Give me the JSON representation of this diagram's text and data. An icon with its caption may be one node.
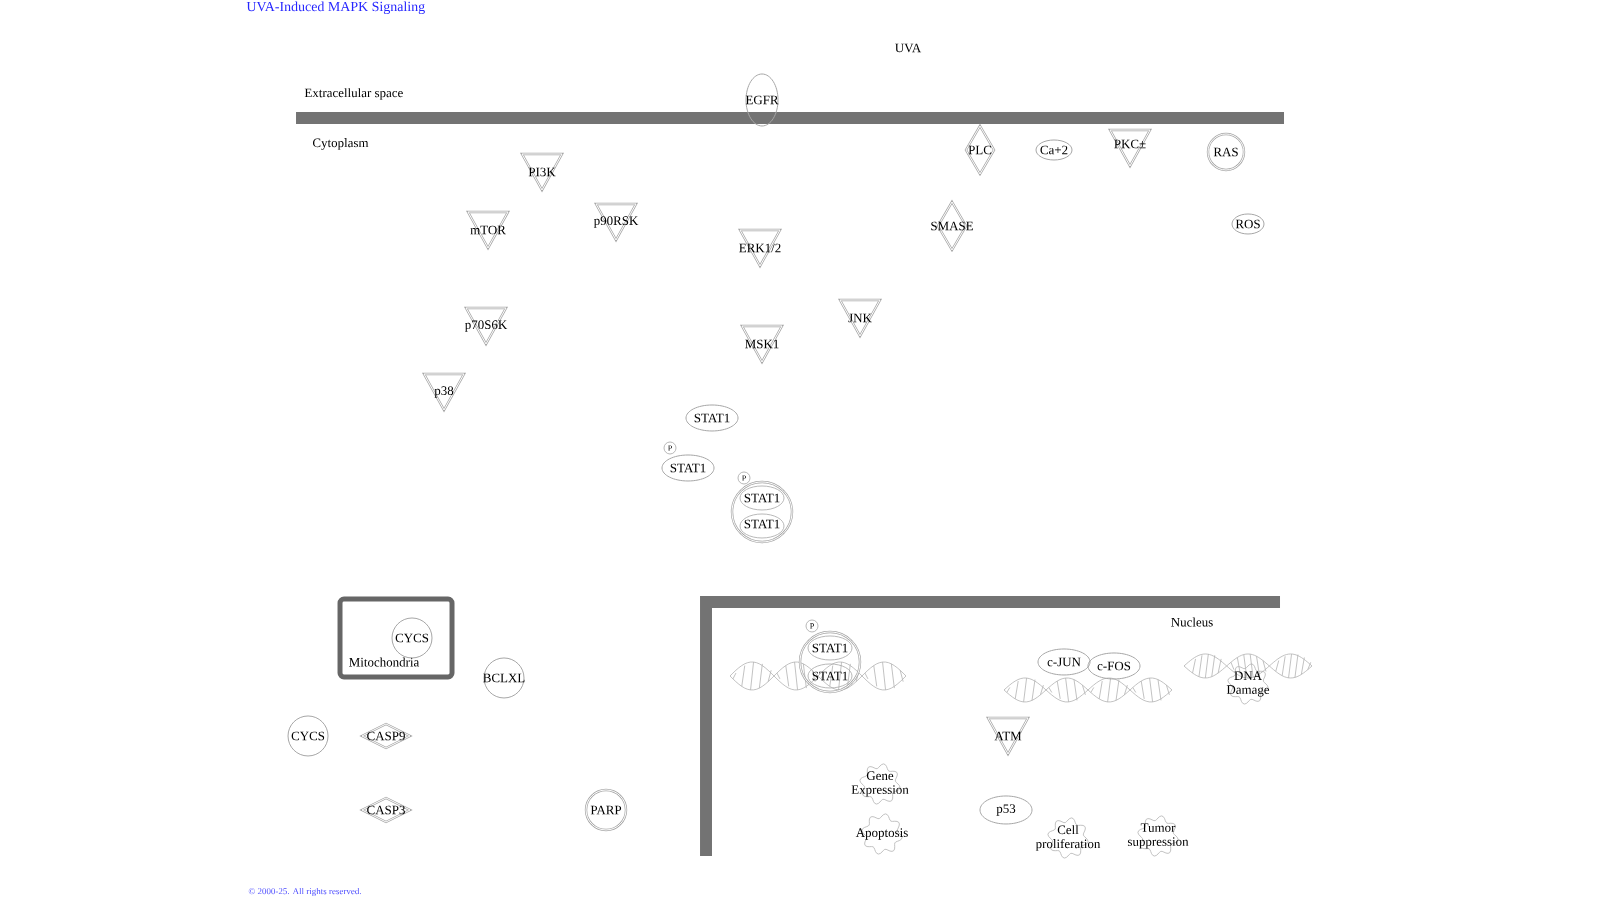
{
  "diagram": {
    "title": "UVA-Induced MAPK Signaling",
    "nodes": [
      {
        "text": [
          "EGFR"
        ]
      },
      {
        "text": [
          "PLC"
        ]
      },
      {
        "text": [
          "Ca+2"
        ]
      },
      {
        "text": [
          "PKC±"
        ]
      },
      {
        "text": [
          "RAS"
        ]
      },
      {
        "text": [
          "PI3K"
        ]
      },
      {
        "text": [
          "mTOR"
        ]
      },
      {
        "text": [
          "p90RSK"
        ]
      },
      {
        "text": [
          "ERK1/2"
        ]
      },
      {
        "text": [
          "SMASE"
        ]
      },
      {
        "text": [
          "ROS"
        ]
      },
      {
        "text": [
          "p70S6K"
        ]
      },
      {
        "text": [
          "JNK"
        ]
      },
      {
        "text": [
          "MSK1"
        ]
      },
      {
        "text": [
          "p38"
        ]
      },
      {
        "text": [
          "STAT1"
        ]
      },
      {
        "text": [
          "P"
        ]
      },
      {
        "text": [
          "STAT1"
        ]
      },
      {
        "text": [
          "P"
        ]
      },
      {
        "text": [
          "STAT1",
          "STAT1"
        ]
      },
      {
        "text": [
          "Mitochondria"
        ]
      },
      {
        "text": [
          "CYCS"
        ],
        "in": 20
      },
      {
        "text": [
          "BCLXL"
        ]
      },
      {
        "text": [
          "CYCS"
        ]
      },
      {
        "text": [
          "CASP9"
        ]
      },
      {
        "text": [
          "CASP3"
        ]
      },
      {
        "text": [
          "PARP"
        ]
      },
      {
        "text": [
          "Nucleus"
        ]
      },
      {
        "text": [
          "P"
        ],
        "in": 27
      },
      {
        "text": [
          "STAT1",
          "STAT1"
        ],
        "in": 27
      },
      {
        "text": [
          "c-JUN"
        ],
        "in": 27
      },
      {
        "text": [
          "c-FOS"
        ],
        "in": 27
      },
      {
        "text": [
          "DNA Damage"
        ],
        "in": 27
      },
      {
        "text": [
          "ATM"
        ],
        "in": 27
      },
      {
        "text": [
          "Gene Expression"
        ],
        "in": 27
      },
      {
        "text": [
          "Apoptosis"
        ],
        "in": 27
      },
      {
        "text": [
          "p53"
        ],
        "in": 27
      },
      {
        "text": [
          "Cell proliferation"
        ],
        "in": 27
      },
      {
        "text": [
          "Tumor suppression"
        ],
        "in": 27
      }
    ],
    "labels": [
      "UVA",
      "Extracellular space",
      "Cytoplasm",
      "© 2000-25. All rights reserved."
    ]
  }
}
